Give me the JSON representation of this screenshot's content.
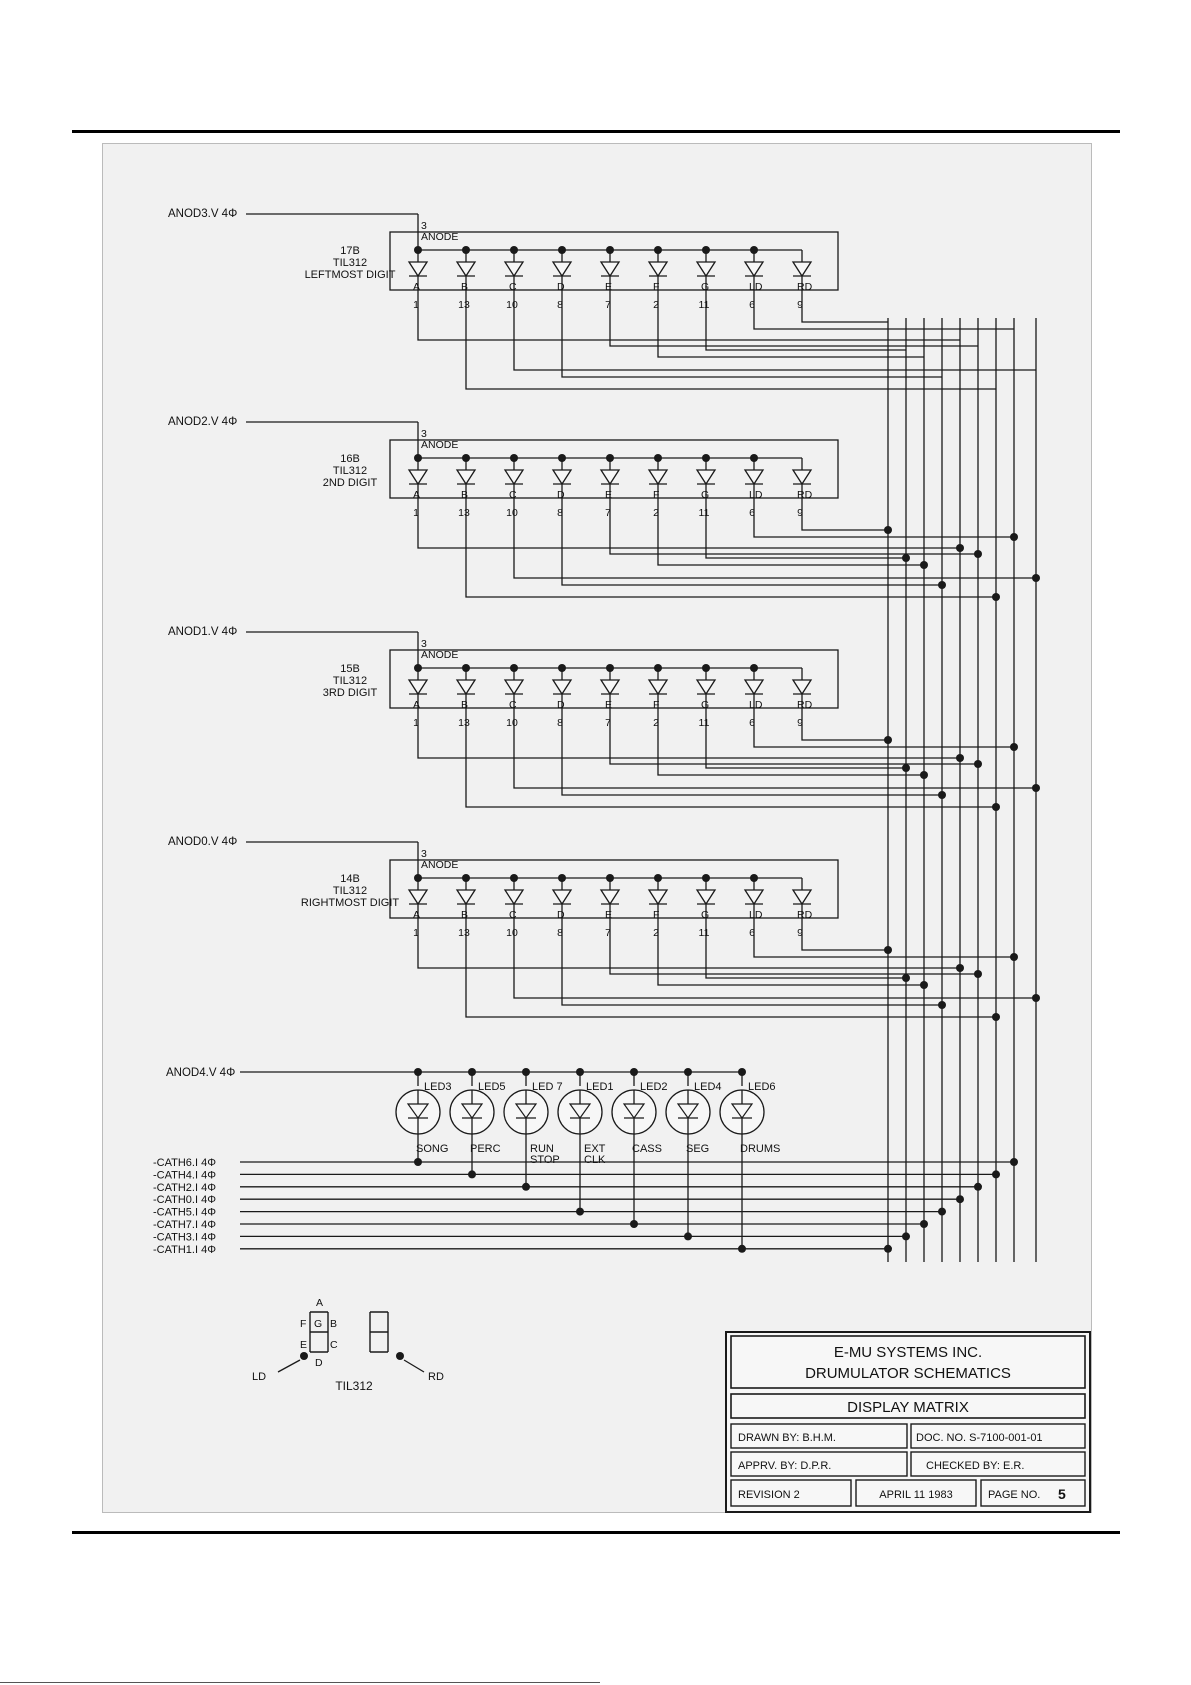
{
  "digits": [
    {
      "anode_net": "ANOD3.V 4Φ",
      "chip": "17B",
      "type": "TIL312",
      "desc": "LEFTMOST DIGIT"
    },
    {
      "anode_net": "ANOD2.V 4Φ",
      "chip": "16B",
      "type": "TIL312",
      "desc": "2ND DIGIT"
    },
    {
      "anode_net": "ANOD1.V 4Φ",
      "chip": "15B",
      "type": "TIL312",
      "desc": "3RD DIGIT"
    },
    {
      "anode_net": "ANOD0.V 4Φ",
      "chip": "14B",
      "type": "TIL312",
      "desc": "RIGHTMOST DIGIT"
    }
  ],
  "anode_pin": "3",
  "anode_label": "ANODE",
  "segments": [
    "A",
    "B",
    "C",
    "D",
    "E",
    "F",
    "G",
    "LD",
    "RD"
  ],
  "pins": [
    "1",
    "13",
    "10",
    "8",
    "7",
    "2",
    "11",
    "6",
    "9"
  ],
  "led_anode_net": "ANOD4.V 4Φ",
  "leds": [
    {
      "ref": "LED3",
      "func": [
        "SONG"
      ]
    },
    {
      "ref": "LED5",
      "func": [
        "PERC"
      ]
    },
    {
      "ref": "LED 7",
      "func": [
        "RUN",
        "STOP"
      ]
    },
    {
      "ref": "LED1",
      "func": [
        "EXT",
        "CLK"
      ]
    },
    {
      "ref": "LED2",
      "func": [
        "CASS"
      ]
    },
    {
      "ref": "LED4",
      "func": [
        "SEG"
      ]
    },
    {
      "ref": "LED6",
      "func": [
        "DRUMS"
      ]
    }
  ],
  "cathodes": [
    "-CATH6.I 4Φ",
    "-CATH4.I 4Φ",
    "-CATH2.I 4Φ",
    "-CATH0.I 4Φ",
    "-CATH5.I 4Φ",
    "-CATH7.I 4Φ",
    "-CATH3.I 4Φ",
    "-CATH1.I 4Φ"
  ],
  "legend": {
    "a": "A",
    "b": "B",
    "c": "C",
    "d": "D",
    "e": "E",
    "f": "F",
    "g": "G",
    "ld": "LD",
    "rd": "RD",
    "name": "TIL312"
  },
  "title_block": {
    "company": "E-MU SYSTEMS INC.",
    "project": "DRUMULATOR SCHEMATICS",
    "sheet": "DISPLAY MATRIX",
    "drawn": "DRAWN BY: B.H.M.",
    "doc": "DOC. NO. S-7100-001-01",
    "apprv": "APPRV. BY: D.P.R.",
    "checked": "CHECKED BY: E.R.",
    "revision": "REVISION 2",
    "date": "APRIL 11 1983",
    "page_label": "PAGE NO.",
    "page_num": "5"
  }
}
